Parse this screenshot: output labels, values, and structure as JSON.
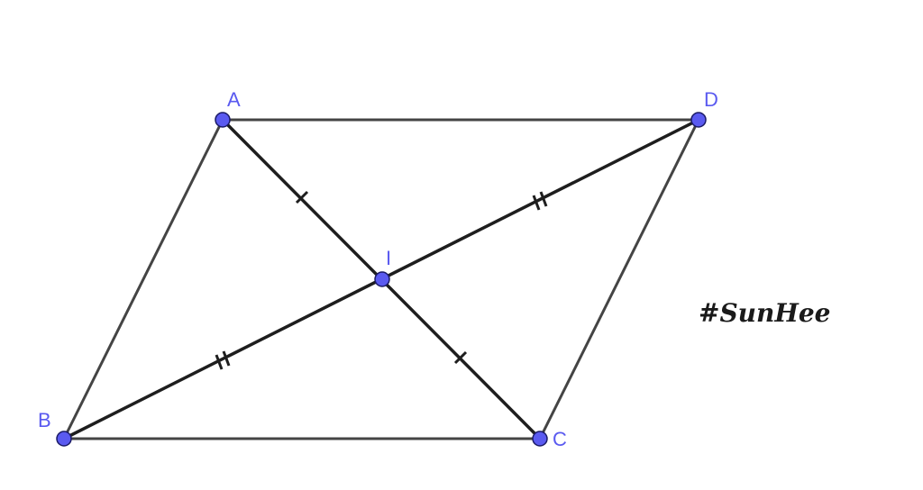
{
  "figure": {
    "points": {
      "A": {
        "label": "A"
      },
      "B": {
        "label": "B"
      },
      "C": {
        "label": "C"
      },
      "D": {
        "label": "D"
      },
      "I": {
        "label": "I"
      }
    },
    "watermark": "#SunHee"
  },
  "colors": {
    "point_fill": "#5a5af0",
    "label": "#5a5af0",
    "side_stroke": "#444444",
    "diagonal_stroke": "#1e1e1e"
  }
}
